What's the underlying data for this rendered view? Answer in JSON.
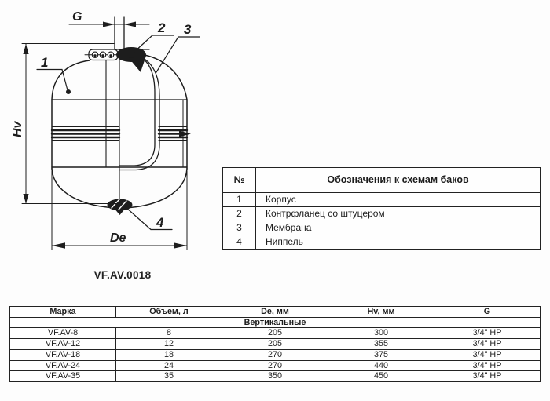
{
  "drawing": {
    "caption": "VF.AV.0018",
    "dim_g": "G",
    "dim_hv": "Hv",
    "dim_de": "De",
    "part1": "1",
    "part2": "2",
    "part3": "3",
    "part4": "4"
  },
  "legend_table": {
    "header_num": "№",
    "header_title": "Обозначения к схемам баков",
    "rows": [
      {
        "num": "1",
        "name": "Корпус"
      },
      {
        "num": "2",
        "name": "Контрфланец со штуцером"
      },
      {
        "num": "3",
        "name": "Мембрана"
      },
      {
        "num": "4",
        "name": "Ниппель"
      }
    ]
  },
  "spec_table": {
    "headers": [
      "Марка",
      "Объем, л",
      "De, мм",
      "Hv, мм",
      "G"
    ],
    "group_label": "Вертикальные",
    "rows": [
      [
        "VF.AV-8",
        "8",
        "205",
        "300",
        "3/4\" НР"
      ],
      [
        "VF.AV-12",
        "12",
        "205",
        "355",
        "3/4\" НР"
      ],
      [
        "VF.AV-18",
        "18",
        "270",
        "375",
        "3/4\" НР"
      ],
      [
        "VF.AV-24",
        "24",
        "270",
        "440",
        "3/4\" НР"
      ],
      [
        "VF.AV-35",
        "35",
        "350",
        "450",
        "3/4\" НР"
      ]
    ]
  },
  "colors": {
    "ink": "#1d1d1d",
    "background": "#fdfdfd"
  }
}
